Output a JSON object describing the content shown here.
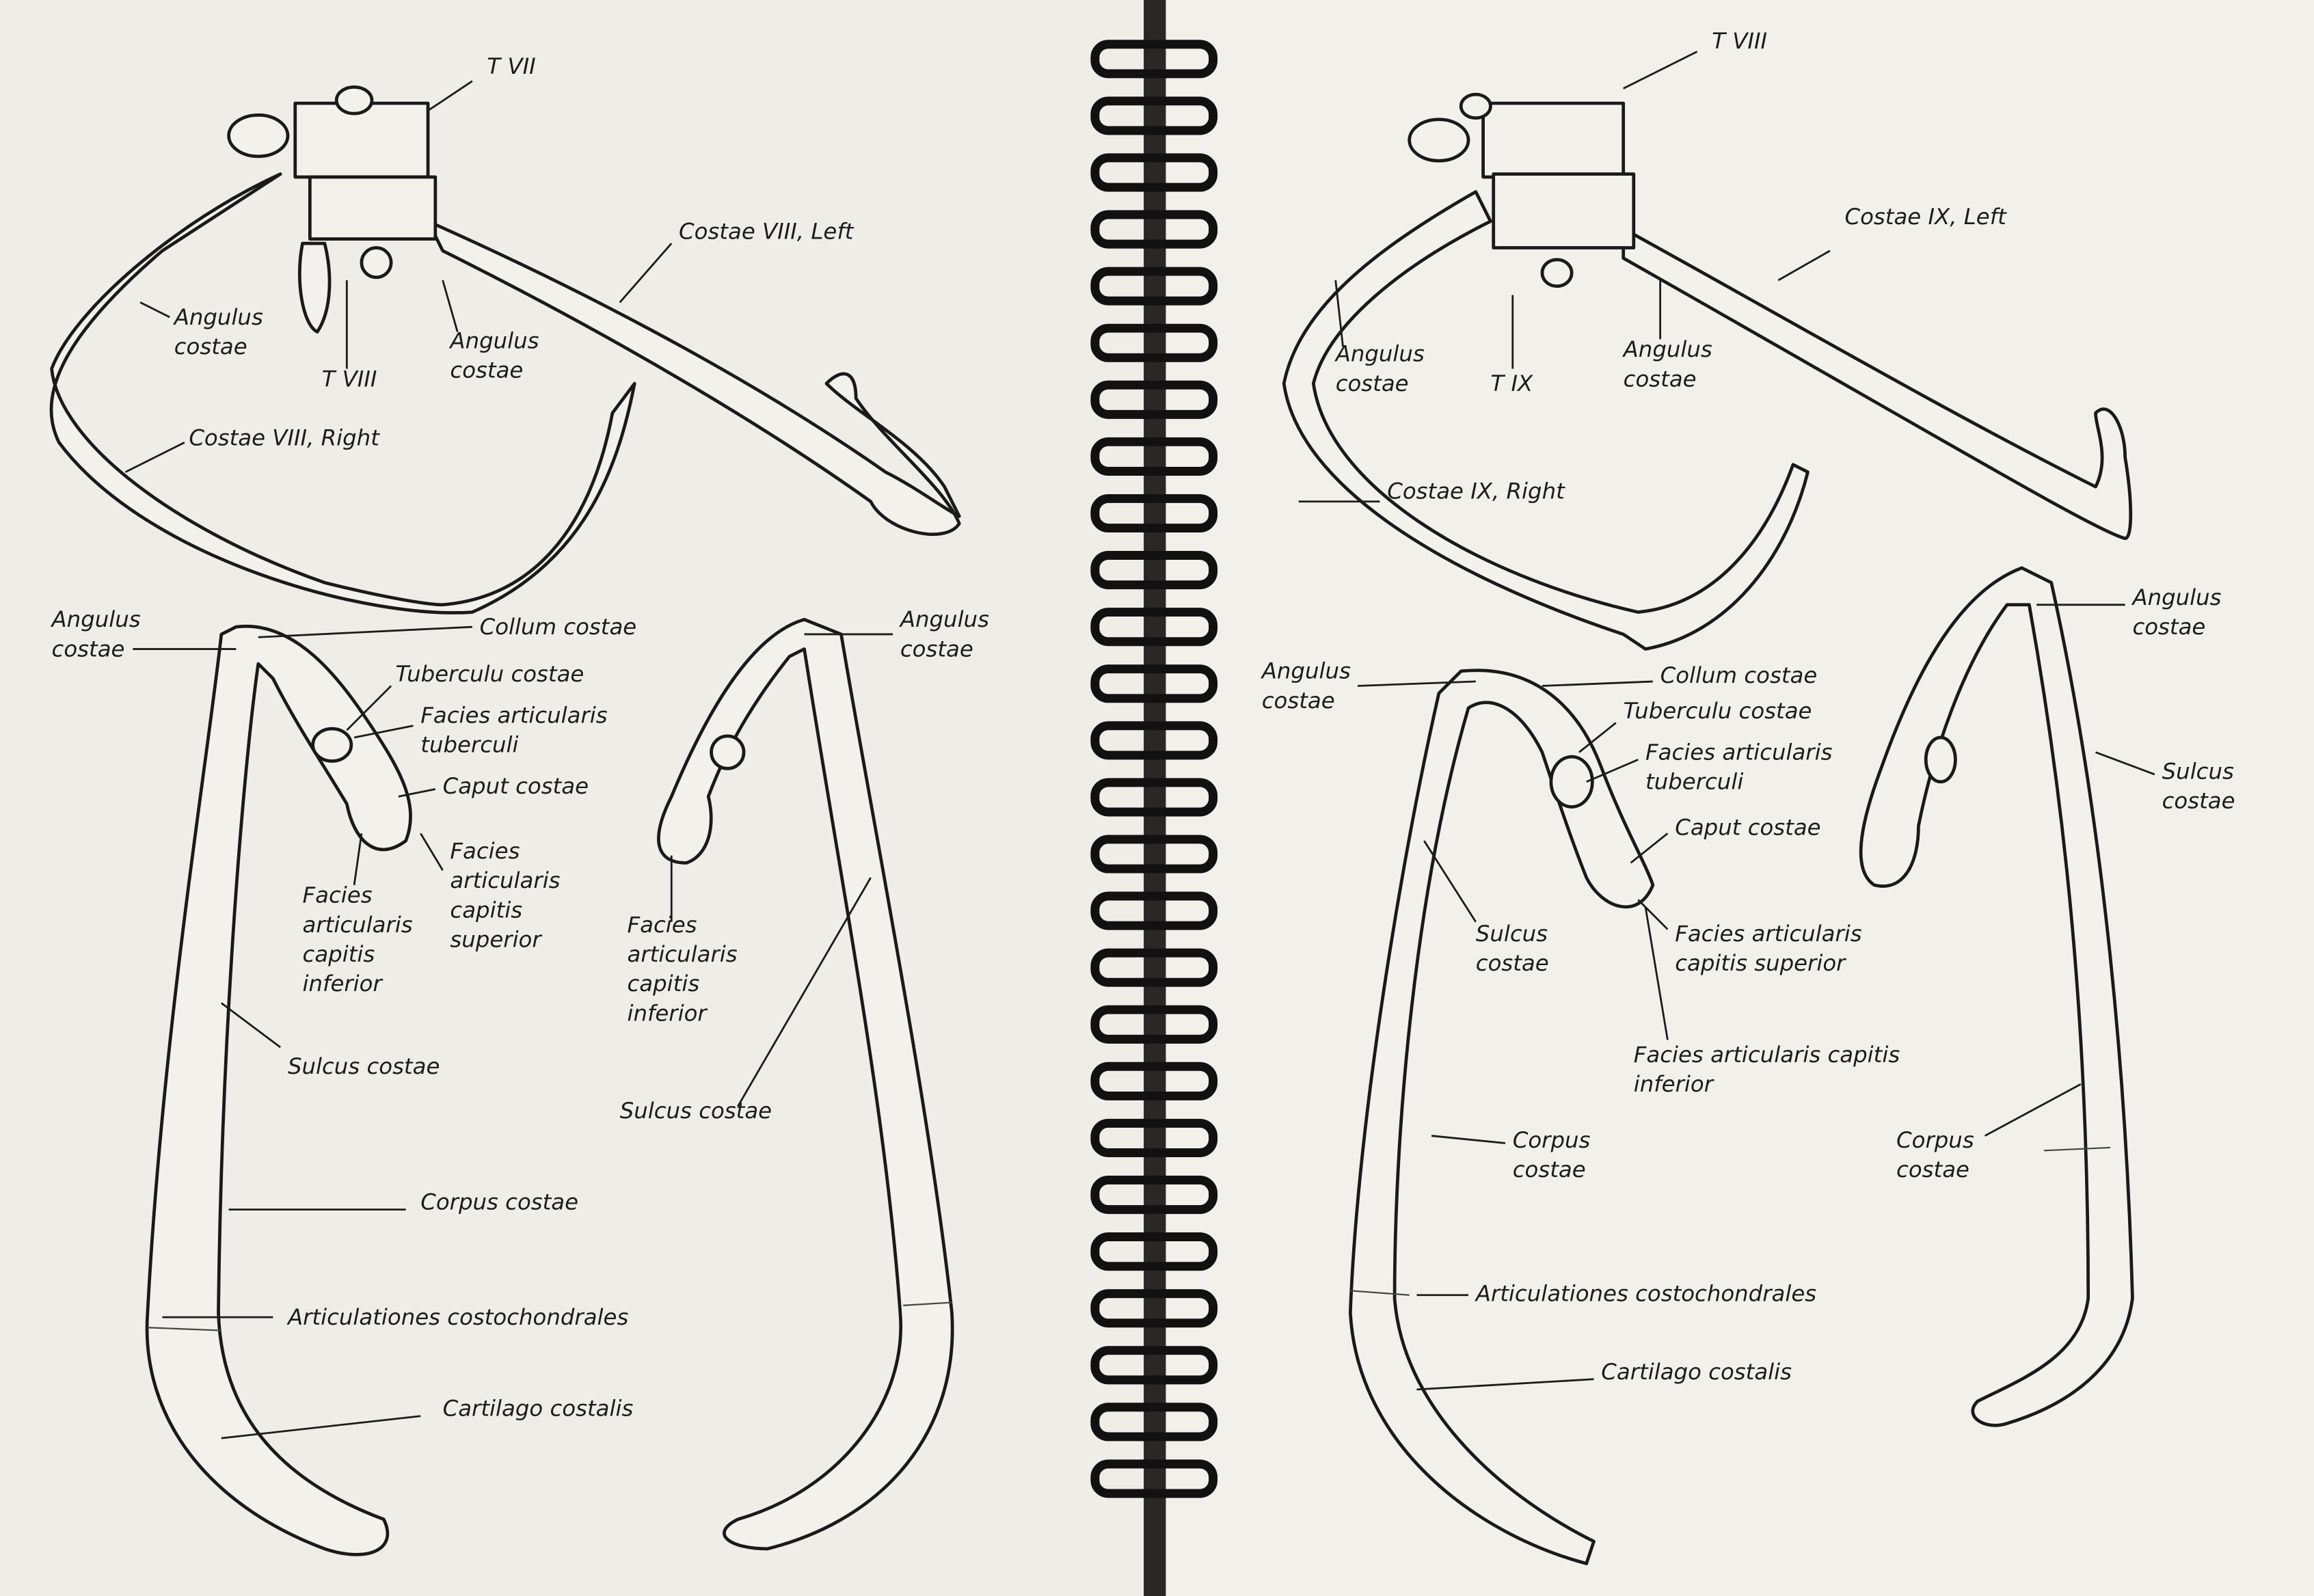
{
  "left_page": {
    "labels": [
      [
        "T VII"
      ],
      [
        "Costae VIII, Left"
      ],
      [
        "Angulus",
        "costae"
      ],
      [
        "T VIII"
      ],
      [
        "Angulus",
        "costae"
      ],
      [
        "Costae VIII, Right"
      ],
      [
        "Angulus",
        "costae"
      ],
      [
        "Collum costae"
      ],
      [
        "Angulus",
        "costae"
      ],
      [
        "Tuberculu costae"
      ],
      [
        "Facies articularis",
        "tuberculi"
      ],
      [
        "Caput costae"
      ],
      [
        "Facies",
        "articularis",
        "capitis",
        "superior"
      ],
      [
        "Facies",
        "articularis",
        "capitis",
        "inferior"
      ],
      [
        "Facies",
        "articularis",
        "capitis",
        "inferior"
      ],
      [
        "Sulcus costae"
      ],
      [
        "Sulcus costae"
      ],
      [
        "Corpus costae"
      ],
      [
        "Articulationes costochondrales"
      ],
      [
        "Cartilago costalis"
      ]
    ]
  },
  "right_page": {
    "labels": [
      [
        "T VIII"
      ],
      [
        "Costae IX, Left"
      ],
      [
        "Angulus",
        "costae"
      ],
      [
        "T IX"
      ],
      [
        "Angulus",
        "costae"
      ],
      [
        "Costae IX, Right"
      ],
      [
        "Angulus",
        "costae"
      ],
      [
        "Angulus",
        "costae"
      ],
      [
        "Collum costae"
      ],
      [
        "Tuberculu costae"
      ],
      [
        "Facies articularis",
        "tuberculi"
      ],
      [
        "Sulcus",
        "costae"
      ],
      [
        "Caput costae"
      ],
      [
        "Facies articularis",
        "capitis superior"
      ],
      [
        "Sulcus",
        "costae"
      ],
      [
        "Facies articularis capitis",
        "inferior"
      ],
      [
        "Corpus",
        "costae"
      ],
      [
        "Corpus",
        "costae"
      ],
      [
        "Articulationes costochondrales"
      ],
      [
        "Cartilago costalis"
      ]
    ]
  },
  "colors": {
    "paper": "#f1efea",
    "ink": "#1c1c1c",
    "background": "#2a2826",
    "spiral": "#111111"
  }
}
